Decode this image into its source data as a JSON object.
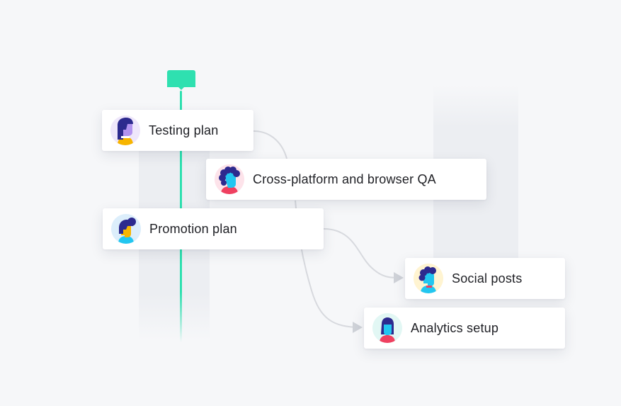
{
  "colors": {
    "accent_timeline": "#2fe0b0",
    "background": "#f6f7f9",
    "card": "#ffffff",
    "connector": "#cfd2d8"
  },
  "milestone": {
    "icon": "milestone-flag-icon"
  },
  "tasks": [
    {
      "id": "testing",
      "label": "Testing plan",
      "avatar": "avatar-purple-person-icon"
    },
    {
      "id": "crossqa",
      "label": "Cross-platform and browser QA",
      "avatar": "avatar-curly-hair-icon"
    },
    {
      "id": "promo",
      "label": "Promotion plan",
      "avatar": "avatar-bun-hair-icon"
    },
    {
      "id": "social",
      "label": "Social posts",
      "avatar": "avatar-blue-curly-icon"
    },
    {
      "id": "analytics",
      "label": "Analytics setup",
      "avatar": "avatar-bob-hair-icon"
    }
  ]
}
